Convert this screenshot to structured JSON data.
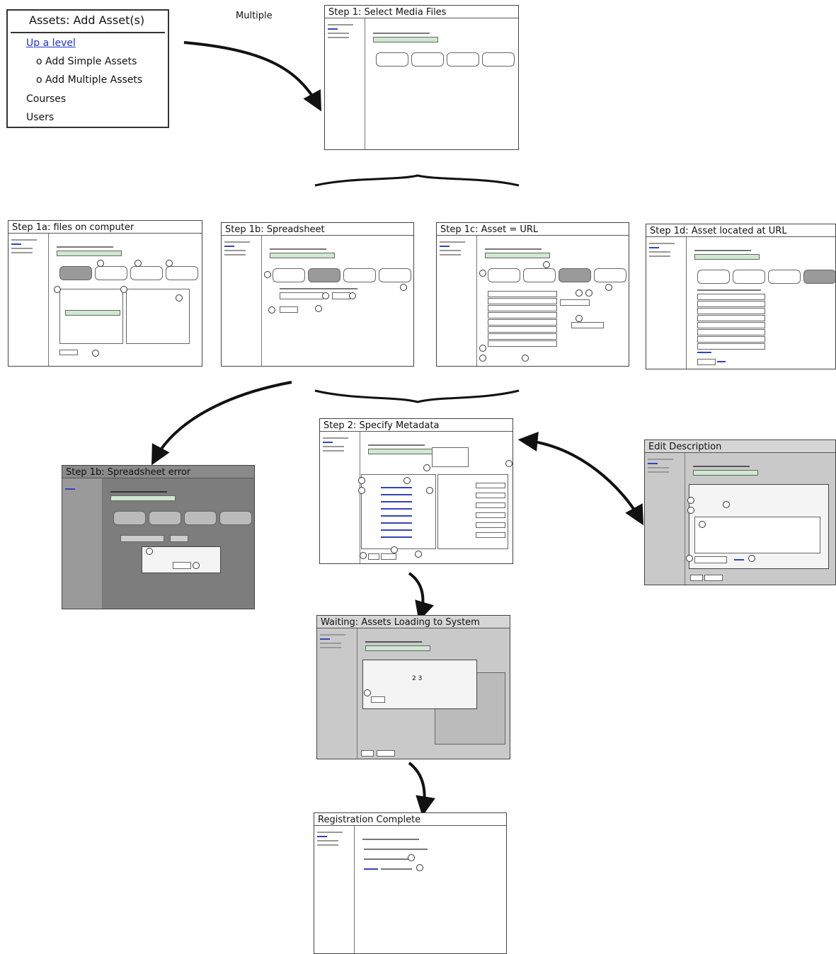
{
  "nav": {
    "title": "Assets: Add Asset(s)",
    "up_level": "Up a level",
    "item_simple": "o Add Simple Assets",
    "item_multiple": "o Add Multiple Assets",
    "item_courses": "Courses",
    "item_users": "Users"
  },
  "caption_multiple": "Multiple",
  "screens": {
    "step1": "Step 1: Select Media Files",
    "step1a": "Step 1a: files on computer",
    "step1b": "Step 1b: Spreadsheet",
    "step1c": "Step 1c: Asset = URL",
    "step1d": "Step 1d: Asset located at URL",
    "step1b_error": "Step 1b: Spreadsheet error",
    "step2": "Step 2: Specify Metadata",
    "edit_description": "Edit Description",
    "waiting": "Waiting: Assets Loading to System",
    "complete": "Registration Complete"
  }
}
